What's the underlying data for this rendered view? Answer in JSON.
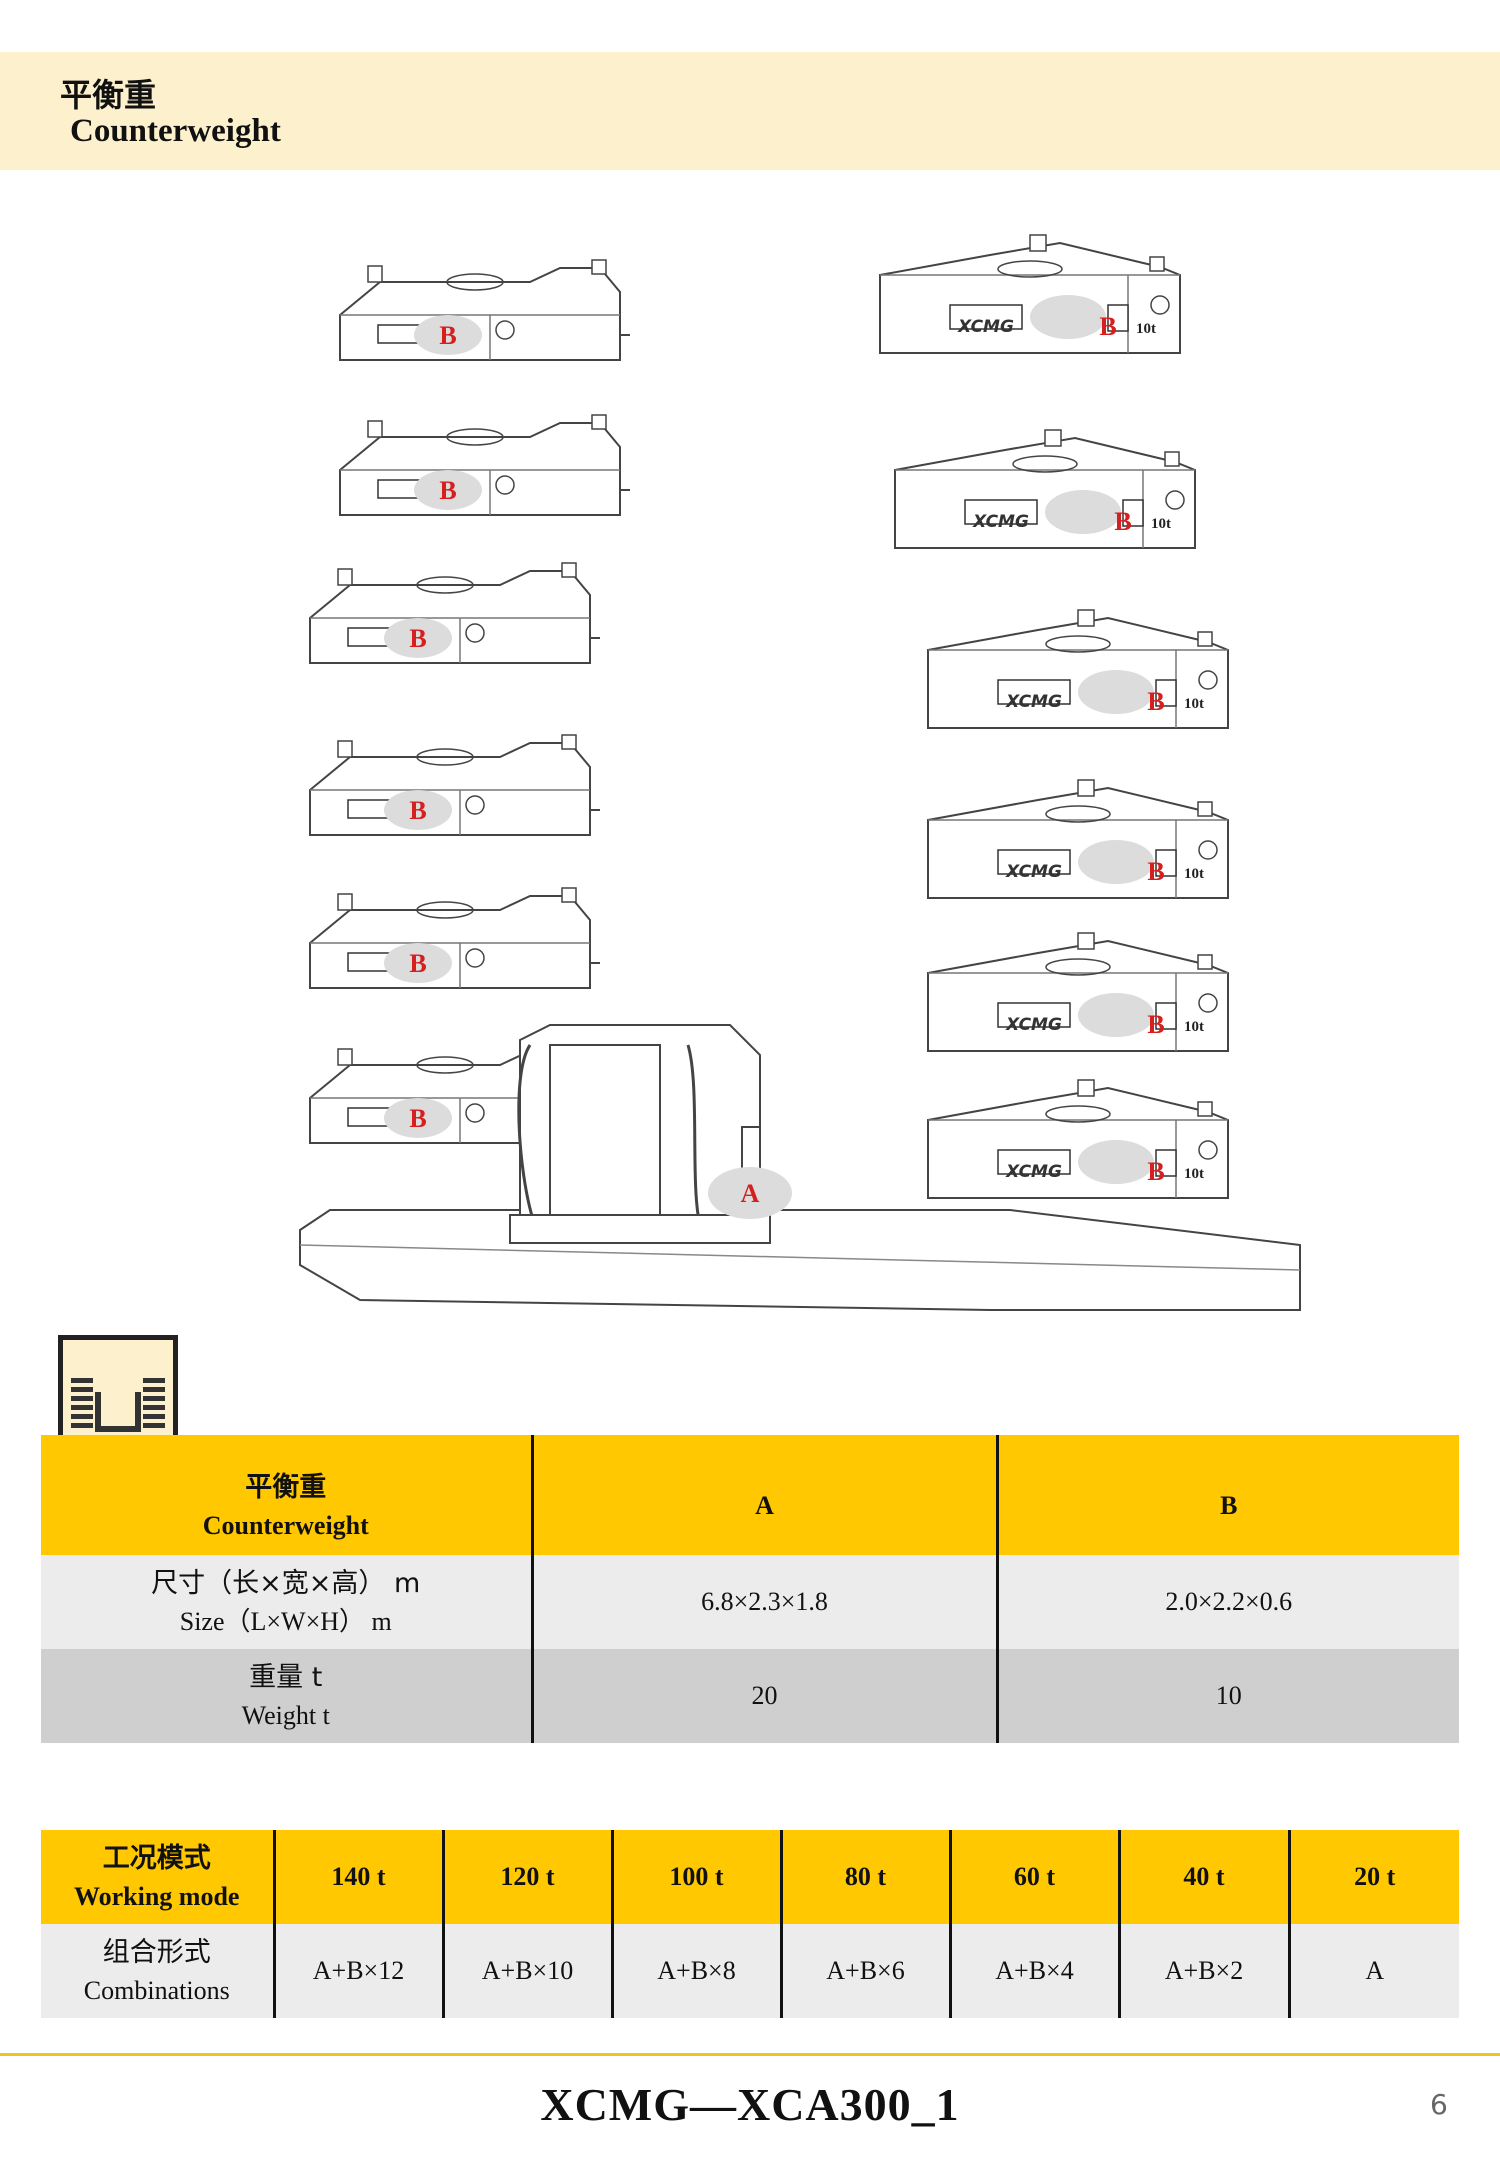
{
  "header": {
    "title_zh": "平衡重",
    "title_en": "Counterweight"
  },
  "figure": {
    "label_a": "A",
    "label_b": "B",
    "brand": "XCMG",
    "weight_mark": "10t"
  },
  "cw_table": {
    "head": {
      "zh": "平衡重",
      "en": "Counterweight",
      "col_a": "A",
      "col_b": "B"
    },
    "rows": [
      {
        "label_zh": "尺寸（长×宽×高） m",
        "label_en": "Size（L×W×H） m",
        "a": "6.8×2.3×1.8",
        "b": "2.0×2.2×0.6"
      },
      {
        "label_zh": "重量 t",
        "label_en": "Weight t",
        "a": "20",
        "b": "10"
      }
    ]
  },
  "wm_table": {
    "head_zh": "工况模式",
    "head_en": "Working mode",
    "row_zh": "组合形式",
    "row_en": "Combinations",
    "modes": [
      "140 t",
      "120 t",
      "100 t",
      "80 t",
      "60 t",
      "40 t",
      "20 t"
    ],
    "combinations": [
      "A+B×12",
      "A+B×10",
      "A+B×8",
      "A+B×6",
      "A+B×4",
      "A+B×2",
      "A"
    ]
  },
  "footer": {
    "title": "XCMG—XCA300_1",
    "page": "6"
  },
  "colors": {
    "band": "#fcf1cc",
    "accent": "#ffc800",
    "label": "#d61f1f"
  }
}
